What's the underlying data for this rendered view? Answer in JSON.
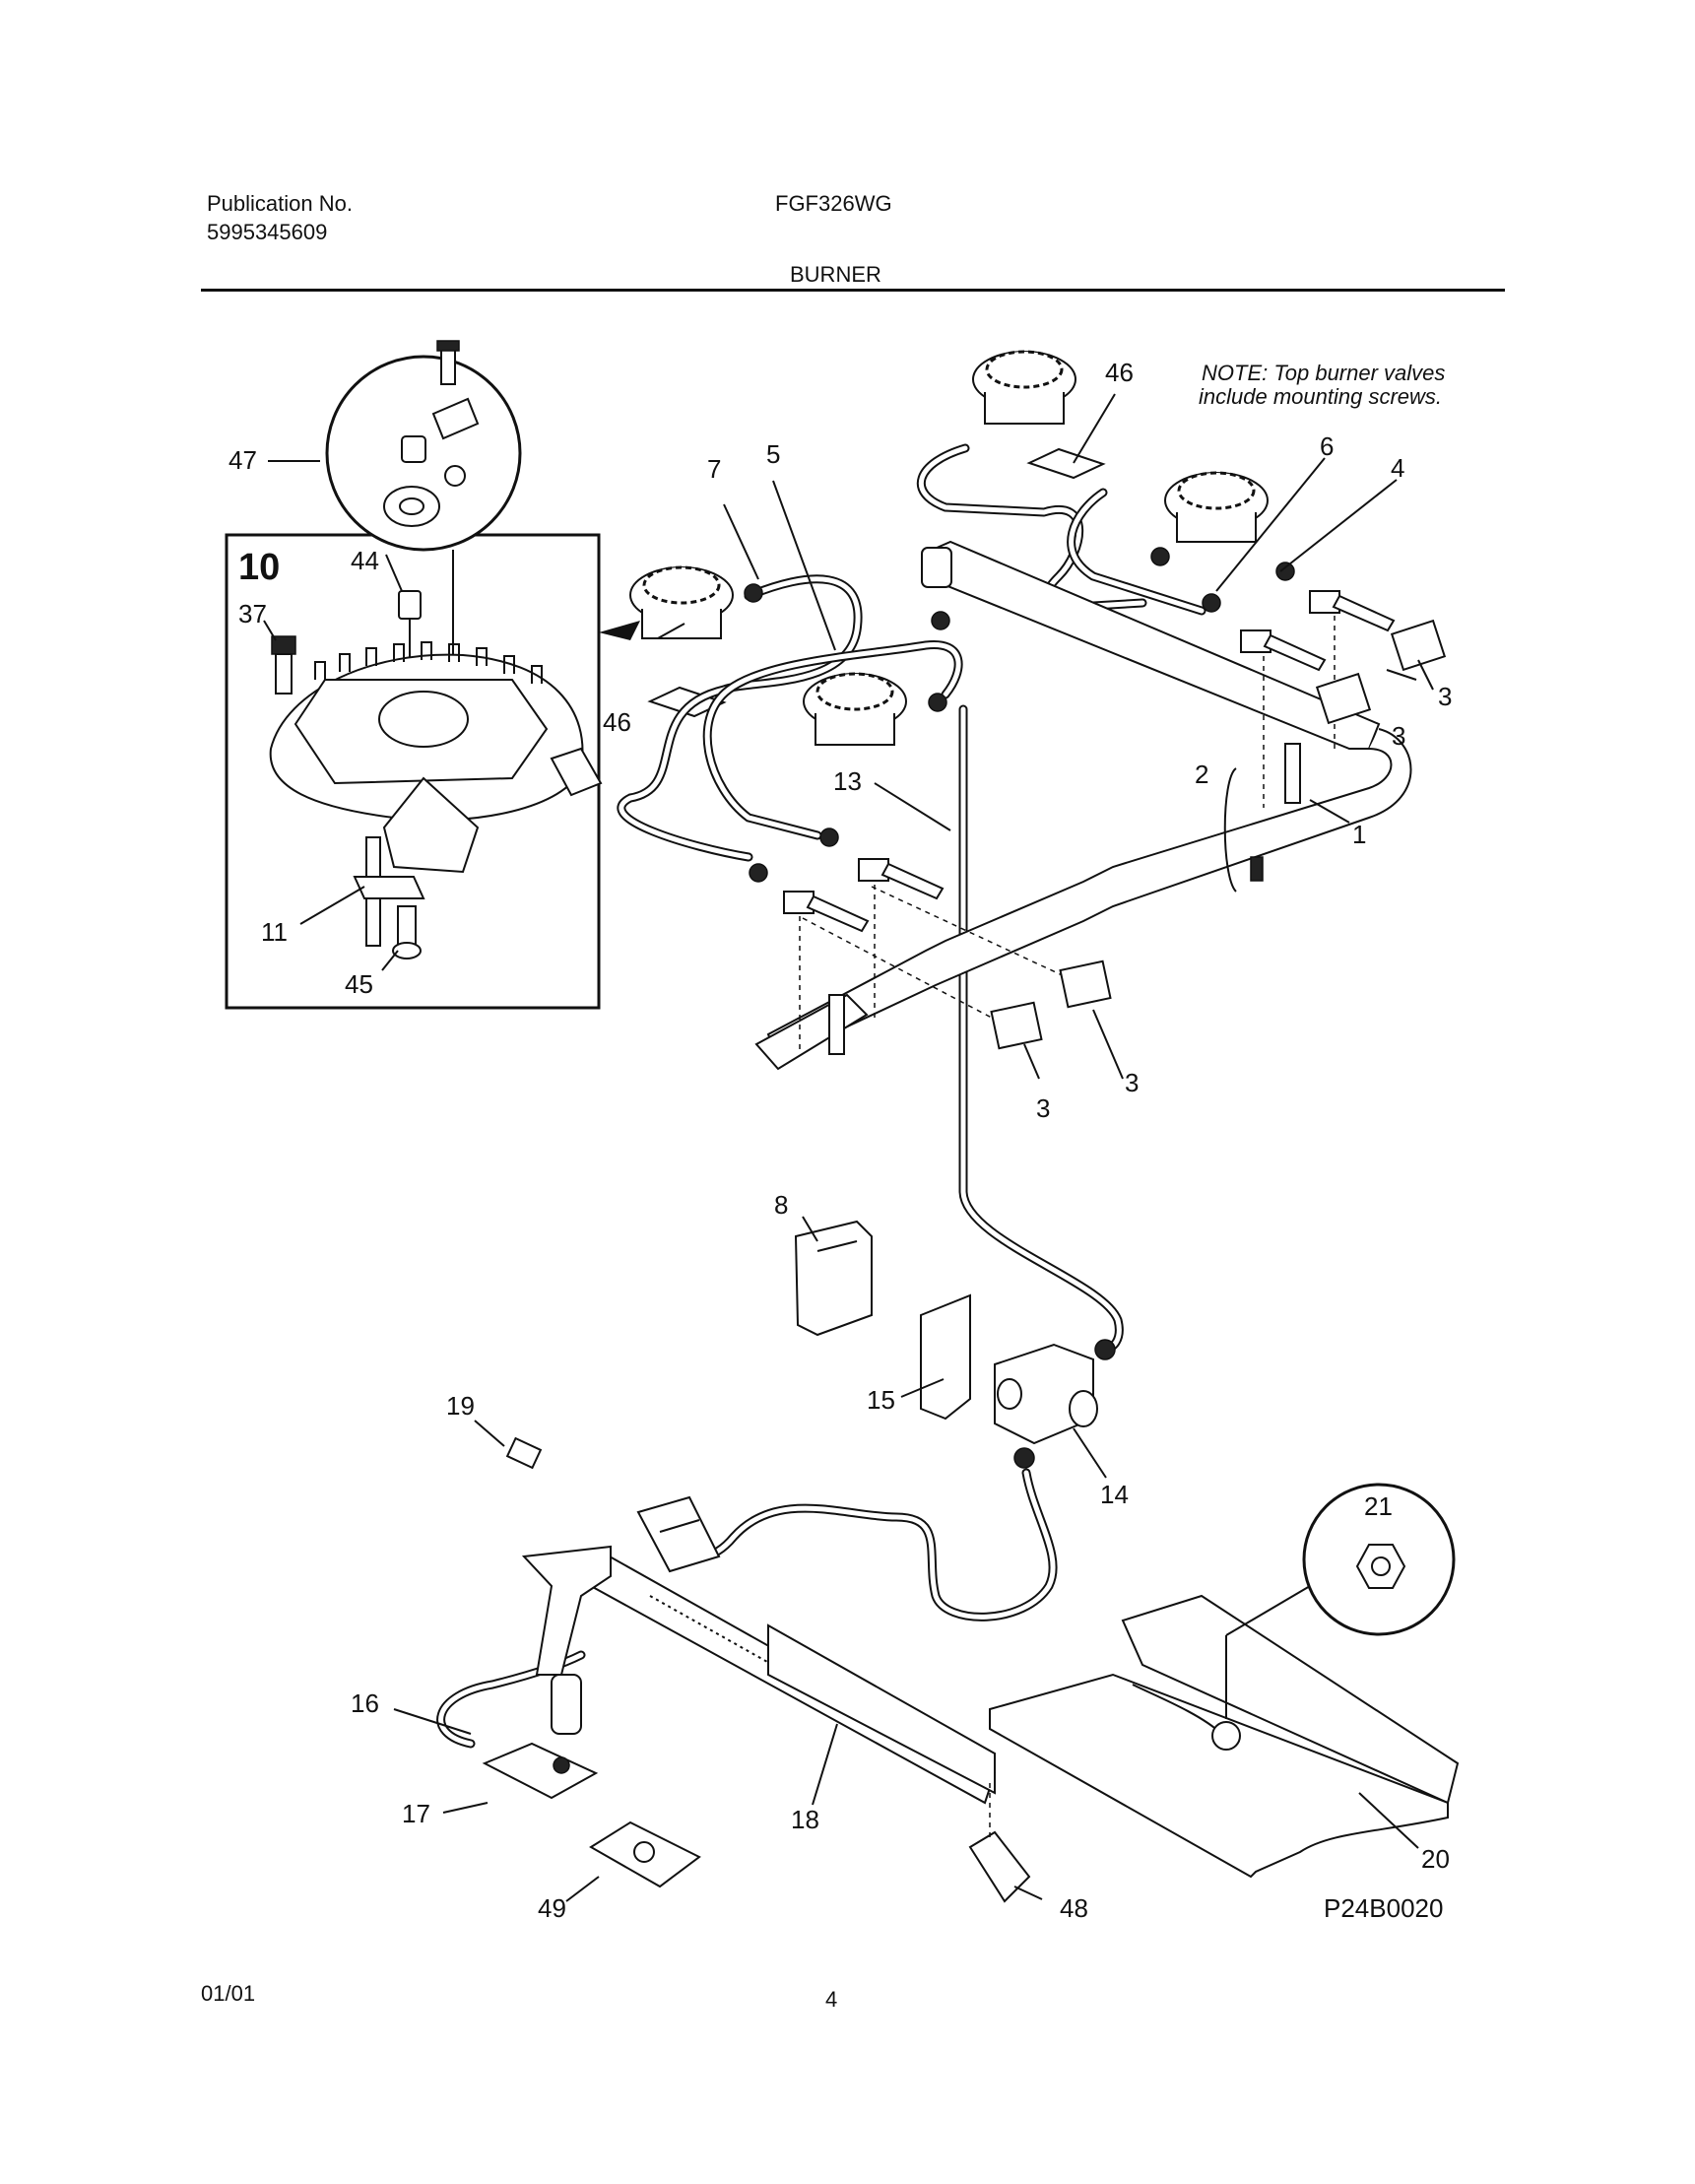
{
  "header": {
    "publication_label": "Publication No.",
    "publication_number": "5995345609",
    "model": "FGF326WG",
    "section_title": "BURNER"
  },
  "note": {
    "line1": "NOTE: Top burner valves",
    "line2": "include mounting screws."
  },
  "inset": {
    "number": "10"
  },
  "callouts": {
    "c47": "47",
    "c44": "44",
    "c37": "37",
    "c11": "11",
    "c45": "45",
    "c46a": "46",
    "c46b": "46",
    "c7": "7",
    "c5": "5",
    "c6": "6",
    "c4": "4",
    "c13": "13",
    "c2": "2",
    "c1": "1",
    "c3a": "3",
    "c3b": "3",
    "c3c": "3",
    "c3d": "3",
    "c8": "8",
    "c15": "15",
    "c14": "14",
    "c19": "19",
    "c21": "21",
    "c16": "16",
    "c17": "17",
    "c18": "18",
    "c20": "20",
    "c49": "49",
    "c48": "48"
  },
  "diagram_code": "P24B0020",
  "footer": {
    "date": "01/01",
    "page": "4"
  }
}
